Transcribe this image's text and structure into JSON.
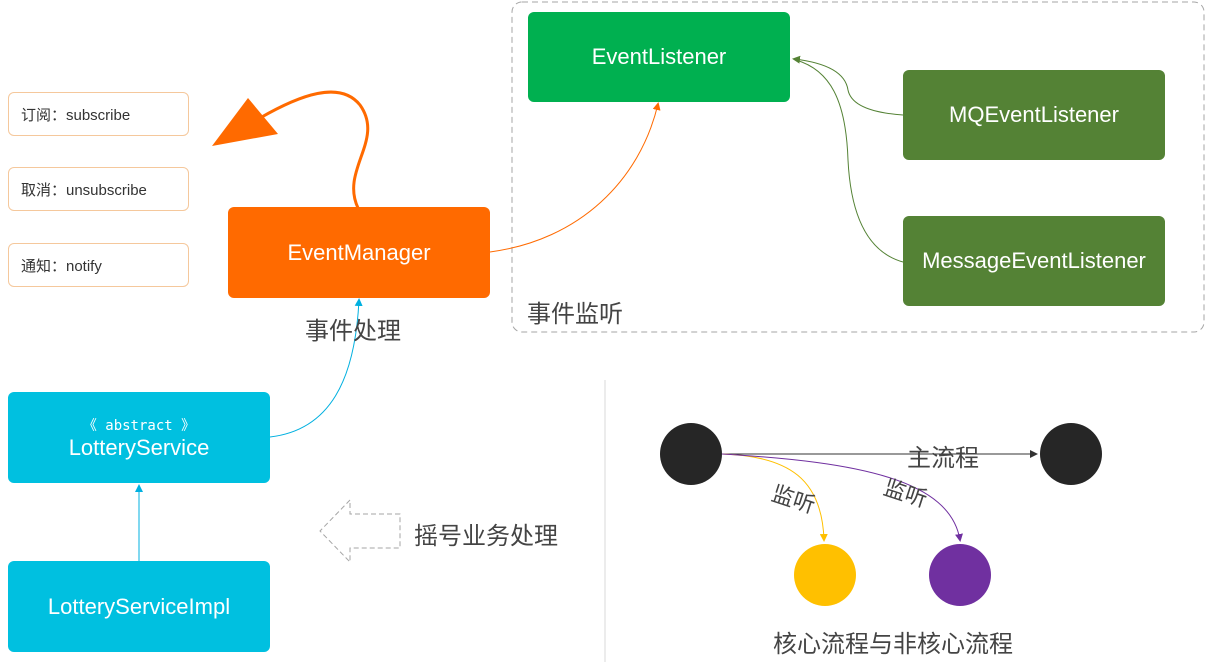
{
  "notes": {
    "subscribe": "订阅：subscribe",
    "unsubscribe": "取消：unsubscribe",
    "notify": "通知：notify"
  },
  "nodes": {
    "event_manager": "EventManager",
    "event_listener": "EventListener",
    "mq_listener": "MQEventListener",
    "message_listener": "MessageEventListener",
    "lottery_stereotype": "《 abstract 》",
    "lottery_service": "LotteryService",
    "lottery_impl": "LotteryServiceImpl"
  },
  "labels": {
    "event_handling": "事件处理",
    "event_listening": "事件监听",
    "lottery_processing": "摇号业务处理",
    "main_flow": "主流程",
    "listen_1": "监听",
    "listen_2": "监听",
    "core_caption": "核心流程与非核心流程"
  },
  "colors": {
    "orange": "#ff6a00",
    "green_bright": "#00b050",
    "green_dark": "#548235",
    "cyan": "#00c0e0",
    "dark": "#262626",
    "yellow": "#ffc000",
    "purple": "#7030a0"
  }
}
